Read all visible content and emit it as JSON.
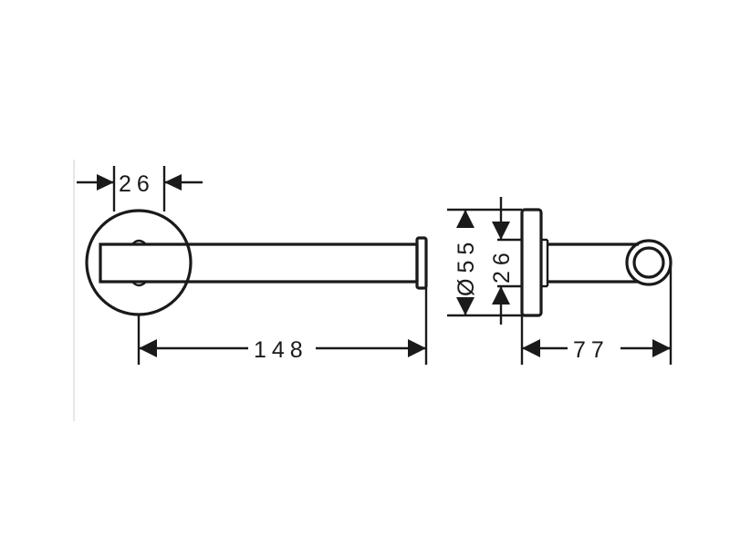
{
  "dimensions": {
    "front_rosette_width": "26",
    "total_length": "148",
    "rosette_diameter": "Ø55",
    "side_rosette_height": "26",
    "projection": "77"
  }
}
